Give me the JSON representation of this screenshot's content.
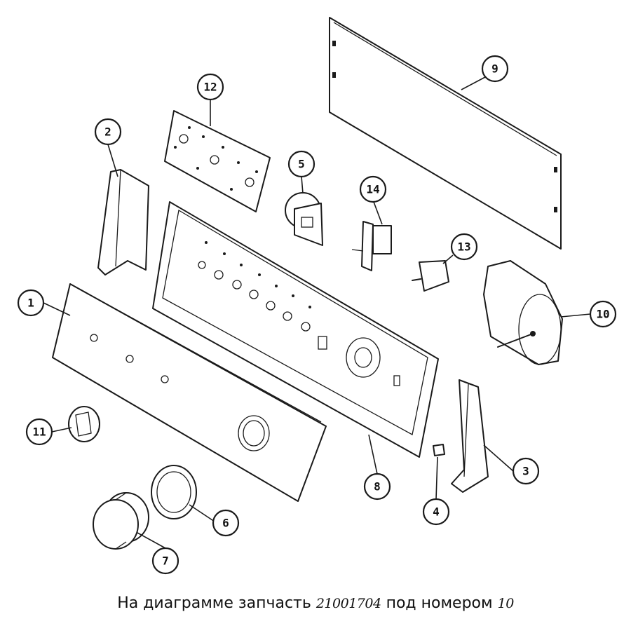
{
  "diagram": {
    "callouts": [
      "1",
      "2",
      "3",
      "4",
      "5",
      "6",
      "7",
      "8",
      "9",
      "10",
      "11",
      "12",
      "13",
      "14"
    ]
  },
  "caption": {
    "prefix": "На диаграмме запчасть",
    "part_number": "21001704",
    "middle": "под номером",
    "part_index": "10"
  }
}
